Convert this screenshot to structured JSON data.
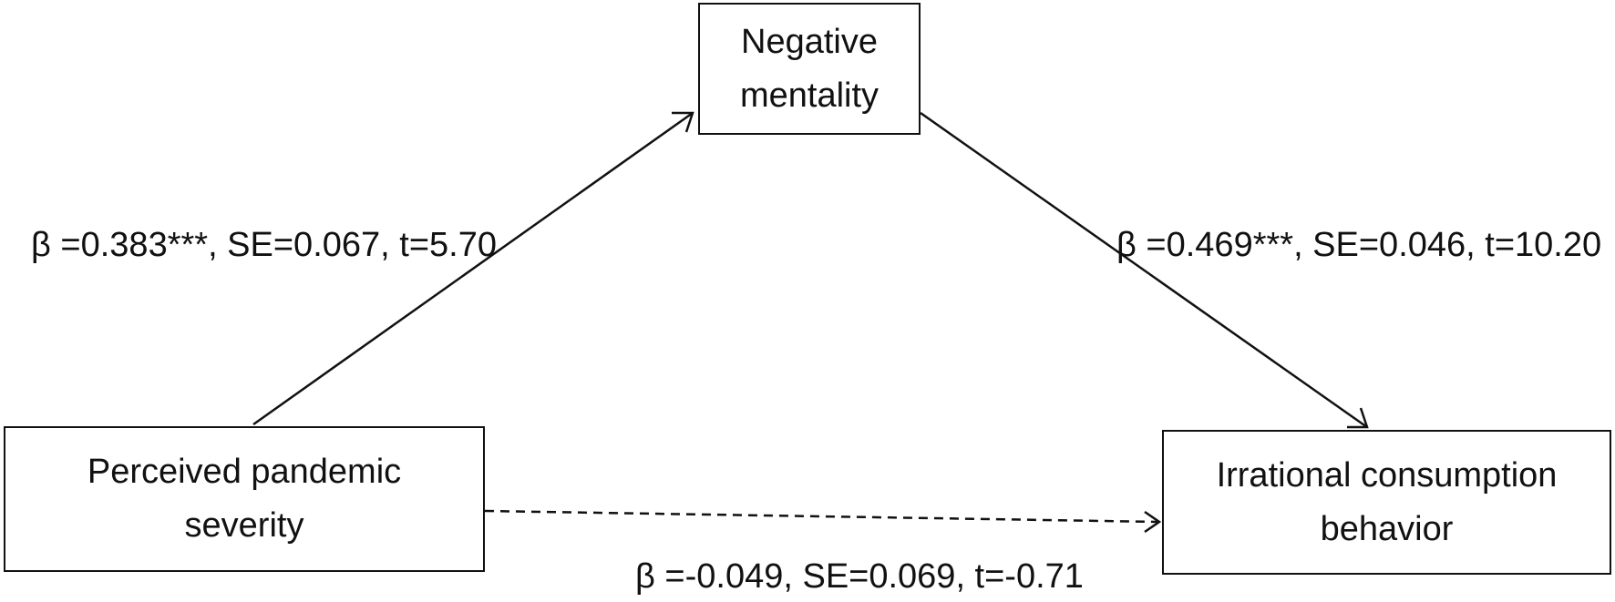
{
  "nodes": {
    "mediator": {
      "line1": "Negative",
      "line2": "mentality"
    },
    "predictor": {
      "line1": "Perceived pandemic",
      "line2": "severity"
    },
    "outcome": {
      "line1": "Irrational consumption",
      "line2": "behavior"
    }
  },
  "paths": {
    "a": {
      "label": "β =0.383***, SE=0.067, t=5.70",
      "style": "solid"
    },
    "b": {
      "label": "β =0.469***, SE=0.046, t=10.20",
      "style": "solid"
    },
    "c": {
      "label": "β =-0.049, SE=0.069, t=-0.71",
      "style": "dashed"
    }
  },
  "colors": {
    "line": "#111111",
    "background": "#ffffff"
  }
}
